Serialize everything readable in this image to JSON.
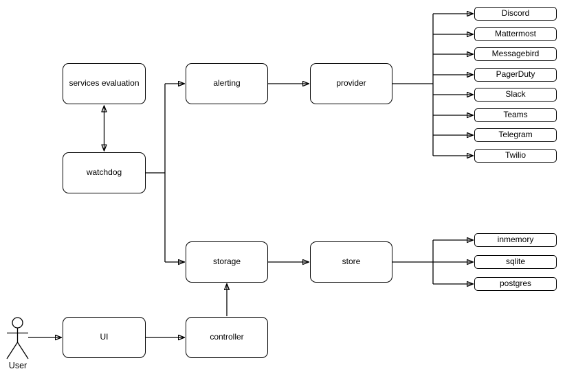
{
  "theme": {
    "background": "#ffffff",
    "line_color": "#000000",
    "text_color": "#000000",
    "node_fill": "#ffffff"
  },
  "diagram": {
    "actor": {
      "label": "User"
    },
    "nodes": {
      "services_evaluation": {
        "label": "services evaluation"
      },
      "watchdog": {
        "label": "watchdog"
      },
      "alerting": {
        "label": "alerting"
      },
      "provider": {
        "label": "provider"
      },
      "storage": {
        "label": "storage"
      },
      "store": {
        "label": "store"
      },
      "ui": {
        "label": "UI"
      },
      "controller": {
        "label": "controller"
      }
    },
    "providers": [
      "Discord",
      "Mattermost",
      "Messagebird",
      "PagerDuty",
      "Slack",
      "Teams",
      "Telegram",
      "Twilio"
    ],
    "stores": [
      "inmemory",
      "sqlite",
      "postgres"
    ],
    "edges": [
      {
        "from": "services evaluation",
        "to": "watchdog",
        "direction": "both"
      },
      {
        "from": "watchdog",
        "to": "alerting",
        "direction": "forward"
      },
      {
        "from": "watchdog",
        "to": "storage",
        "direction": "forward"
      },
      {
        "from": "alerting",
        "to": "provider",
        "direction": "forward"
      },
      {
        "from": "provider",
        "to": "Discord",
        "direction": "forward"
      },
      {
        "from": "provider",
        "to": "Mattermost",
        "direction": "forward"
      },
      {
        "from": "provider",
        "to": "Messagebird",
        "direction": "forward"
      },
      {
        "from": "provider",
        "to": "PagerDuty",
        "direction": "forward"
      },
      {
        "from": "provider",
        "to": "Slack",
        "direction": "forward"
      },
      {
        "from": "provider",
        "to": "Teams",
        "direction": "forward"
      },
      {
        "from": "provider",
        "to": "Telegram",
        "direction": "forward"
      },
      {
        "from": "provider",
        "to": "Twilio",
        "direction": "forward"
      },
      {
        "from": "storage",
        "to": "store",
        "direction": "forward"
      },
      {
        "from": "store",
        "to": "inmemory",
        "direction": "forward"
      },
      {
        "from": "store",
        "to": "sqlite",
        "direction": "forward"
      },
      {
        "from": "store",
        "to": "postgres",
        "direction": "forward"
      },
      {
        "from": "User",
        "to": "UI",
        "direction": "forward"
      },
      {
        "from": "UI",
        "to": "controller",
        "direction": "forward"
      },
      {
        "from": "controller",
        "to": "storage",
        "direction": "forward"
      }
    ]
  }
}
